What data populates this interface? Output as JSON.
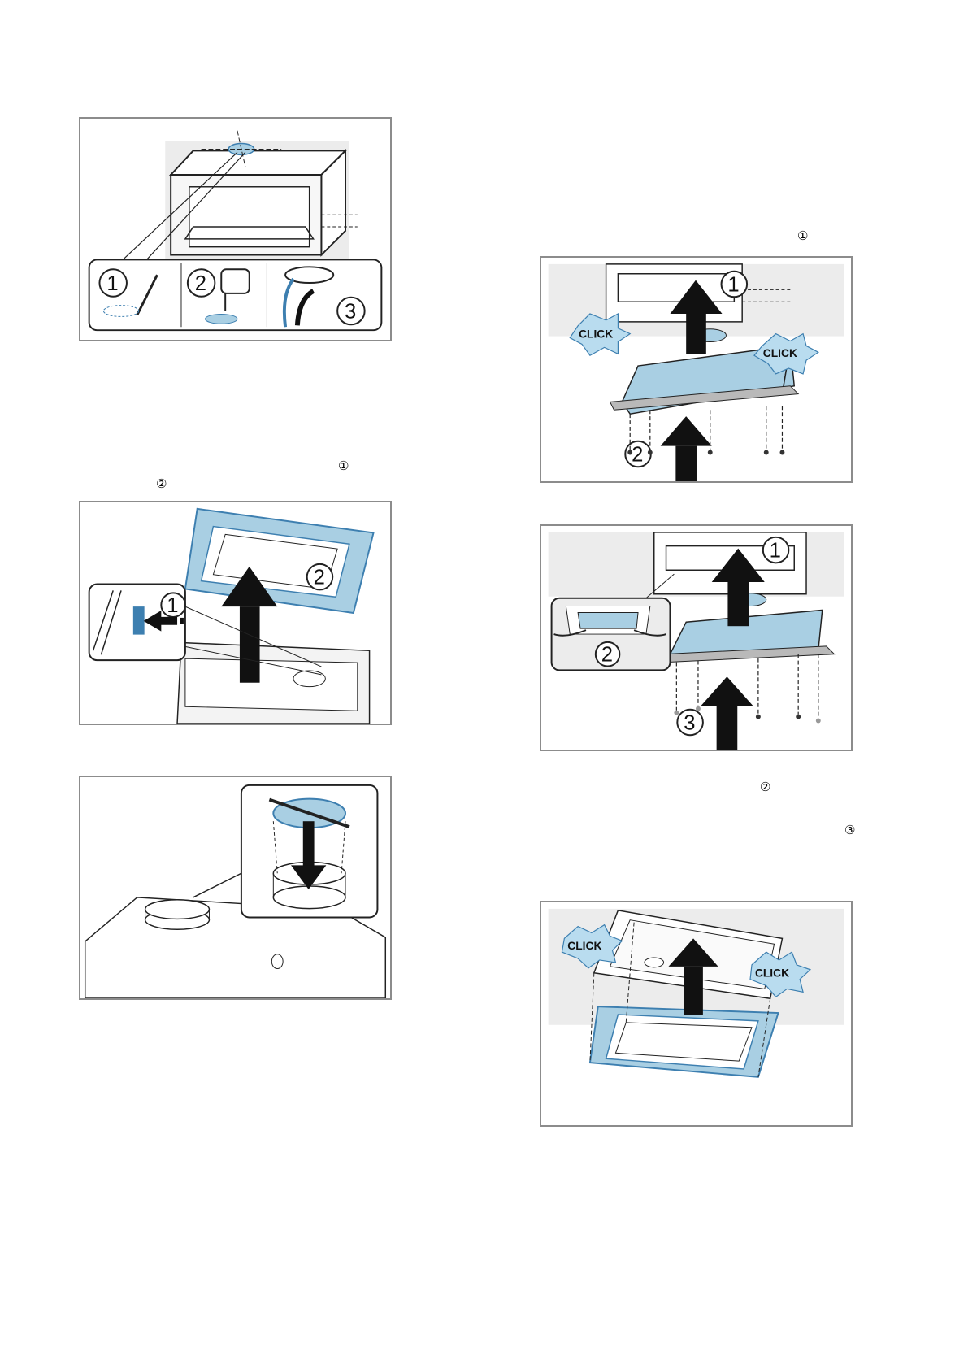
{
  "page": {
    "ref_circled": {
      "r1": "①",
      "r2": "②",
      "r3": "①",
      "r4": "②",
      "r5": "③"
    }
  },
  "figures": {
    "fig1": {
      "labels": [
        "1",
        "2",
        "3"
      ]
    },
    "fig2": {
      "labels": [
        "1",
        "2"
      ]
    },
    "fig3": {
      "labels": []
    },
    "fig4": {
      "labels": [
        "1",
        "2"
      ],
      "click": "CLICK"
    },
    "fig5": {
      "labels": [
        "1",
        "2",
        "3"
      ]
    },
    "fig6": {
      "click": "CLICK"
    }
  },
  "colors": {
    "blue_fill": "#a9cfe3",
    "blue_stroke": "#3d7fb0",
    "bg_grey": "#ececec",
    "frame_grey": "#8c8c8c",
    "arrow": "#111111",
    "click_fill": "#b9dcef"
  }
}
